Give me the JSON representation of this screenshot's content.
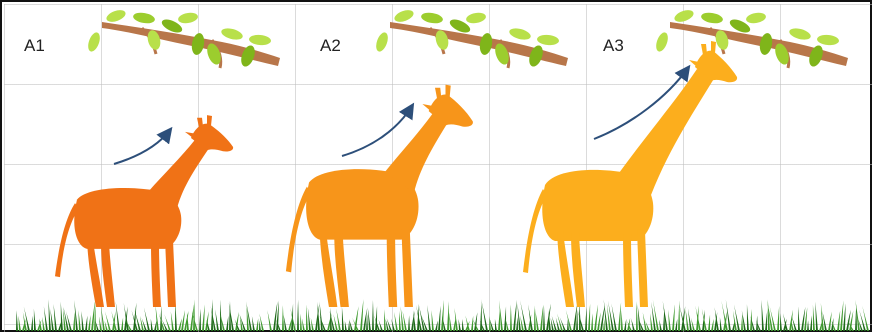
{
  "panels": [
    {
      "label": "A1"
    },
    {
      "label": "A2"
    },
    {
      "label": "A3"
    }
  ],
  "colors": {
    "giraffe_a1": "#f07216",
    "giraffe_a2": "#f7951a",
    "giraffe_a3": "#fcae1d",
    "branch": "#b8764a",
    "leaf_light": "#b8e04a",
    "leaf_dark": "#7fb51a",
    "arrow": "#2d4f7a",
    "grass": "#3f9a2f",
    "grass_dark": "#1f6b1a"
  }
}
